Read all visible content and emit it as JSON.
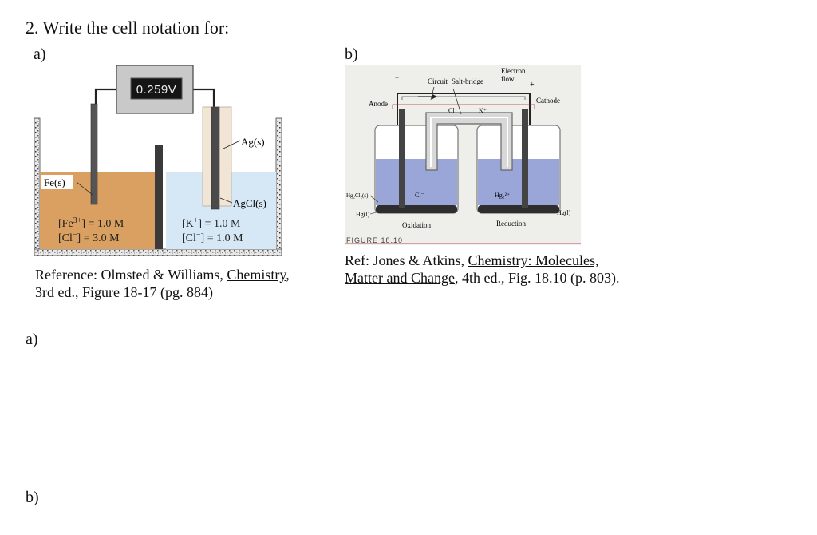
{
  "question": "2. Write the cell notation for:",
  "part_a_label": "a)",
  "part_b_label": "b)",
  "figure_a": {
    "voltmeter": "0.259V",
    "label_fe": "Fe(s)",
    "label_ag": "Ag(s)",
    "label_agcl": "AgCl(s)",
    "left_conc_1_pre": "[Fe",
    "left_conc_1_sup": "3+",
    "left_conc_1_post": "] = 1.0 M",
    "left_conc_2_pre": "[Cl",
    "left_conc_2_sup": "−",
    "left_conc_2_post": "] = 3.0 M",
    "right_conc_1_pre": "[K",
    "right_conc_1_sup": "+",
    "right_conc_1_post": "] = 1.0 M",
    "right_conc_2_pre": "[Cl",
    "right_conc_2_sup": "−",
    "right_conc_2_post": "] = 1.0 M"
  },
  "figure_b": {
    "minus": "−",
    "plus": "+",
    "circuit": "Circuit",
    "salt_bridge": "Salt-bridge",
    "electron_flow_1": "Electron",
    "electron_flow_2": "flow",
    "anode": "Anode",
    "cathode": "Cathode",
    "cl_bridge": "Cl⁻",
    "k_bridge": "K⁺",
    "cl_solution": "Cl⁻",
    "hg2_solution": "Hg₂²⁺",
    "hg2cl2": "Hg₂Cl₂(s)",
    "hg_left": "Hg(l)",
    "hg_right": "Hg(l)",
    "oxidation": "Oxidation",
    "reduction": "Reduction",
    "figure_caption": "FIGURE 18.10"
  },
  "ref_a": {
    "line1_pre": "Reference: Olmsted & Williams, ",
    "line1_title": "Chemistry",
    "line1_post": ",",
    "line2": "3rd ed., Figure 18-17 (pg. 884)"
  },
  "ref_b": {
    "line1_pre": "Ref: Jones & Atkins, ",
    "line1_title": "Chemistry: Molecules,",
    "line2_title": "Matter and Change",
    "line2_post": ", 4th ed., Fig. 18.10 (p. 803)."
  },
  "answer_a_label": "a)",
  "answer_b_label": "b)"
}
